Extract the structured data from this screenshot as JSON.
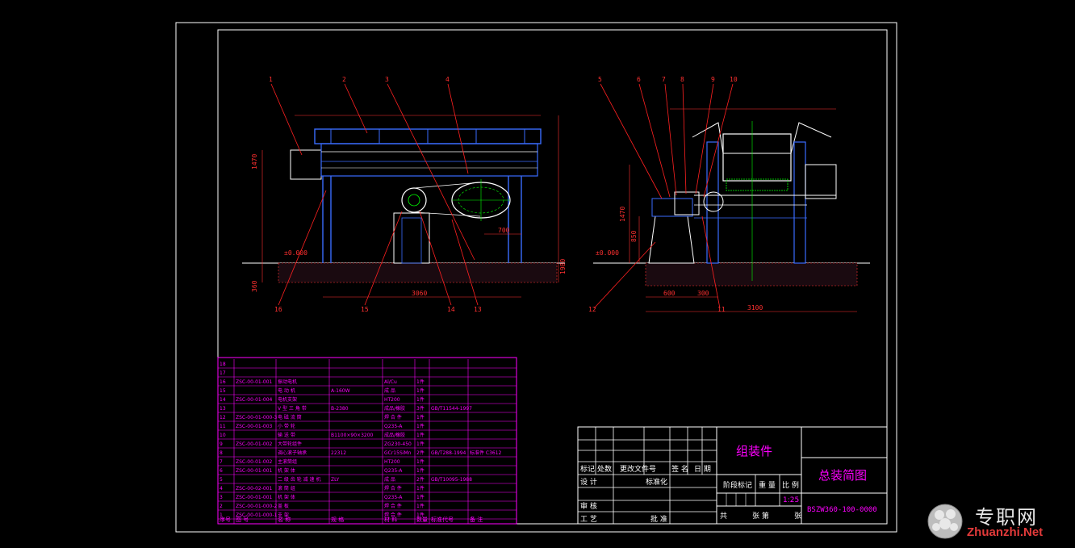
{
  "balloons_front": [
    "1",
    "2",
    "3",
    "4",
    "16",
    "15",
    "14",
    "13"
  ],
  "balloons_side": [
    "5",
    "6",
    "7",
    "8",
    "9",
    "10",
    "12",
    "11"
  ],
  "dims_front": {
    "height": "1470",
    "width": "3060",
    "length": "700",
    "base": "360",
    "top": "1980"
  },
  "dims_side": {
    "h1": "1470",
    "h2": "850",
    "w1": "600",
    "w2": "300",
    "w3": "3100"
  },
  "level": "±0.000",
  "parts_rows": [
    {
      "no": "18",
      "code": "",
      "name": "",
      "spec": "",
      "mat": "",
      "qty": "",
      "std": "",
      "note": ""
    },
    {
      "no": "17",
      "code": "",
      "name": "",
      "spec": "",
      "mat": "",
      "qty": "",
      "std": "",
      "note": ""
    },
    {
      "no": "16",
      "code": "ZSC-00-01-001",
      "name": "振动电机",
      "spec": "",
      "mat": "Al/Cu",
      "qty": "1件",
      "std": "",
      "note": ""
    },
    {
      "no": "15",
      "code": "",
      "name": "电 动 机",
      "spec": "A-160W",
      "mat": "成 品",
      "qty": "1件",
      "std": "",
      "note": ""
    },
    {
      "no": "14",
      "code": "ZSC-00-01-004",
      "name": "电机支架",
      "spec": "",
      "mat": "HT200",
      "qty": "1件",
      "std": "",
      "note": ""
    },
    {
      "no": "13",
      "code": "",
      "name": "V 型 三 角 带",
      "spec": "B-2380",
      "mat": "成品/橡胶",
      "qty": "3件",
      "std": "GB/T11544-1997",
      "note": ""
    },
    {
      "no": "12",
      "code": "ZSC-00-01-000-3",
      "name": "电 磁 流 筒",
      "spec": "",
      "mat": "焊 合 件",
      "qty": "1件",
      "std": "",
      "note": ""
    },
    {
      "no": "11",
      "code": "ZSC-00-01-003",
      "name": "小 带 轮",
      "spec": "",
      "mat": "Q235-A",
      "qty": "1件",
      "std": "",
      "note": ""
    },
    {
      "no": "10",
      "code": "",
      "name": "输 送 带",
      "spec": "B1100×90×3200",
      "mat": "成品/橡胶",
      "qty": "1件",
      "std": "",
      "note": ""
    },
    {
      "no": "9",
      "code": "ZSC-00-01-002",
      "name": "大带轮组件",
      "spec": "",
      "mat": "ZG230-450",
      "qty": "1件",
      "std": "",
      "note": ""
    },
    {
      "no": "8",
      "code": "",
      "name": "调心滚子轴承",
      "spec": "22312",
      "mat": "GCr15SiMn",
      "qty": "2件",
      "std": "GB/T288-1994",
      "note": "标准件 C3612"
    },
    {
      "no": "7",
      "code": "ZSC-00-01-002",
      "name": "主滚筒组",
      "spec": "",
      "mat": "HT200",
      "qty": "1件",
      "std": "",
      "note": ""
    },
    {
      "no": "6",
      "code": "ZSC-00-01-001",
      "name": "机 架 体",
      "spec": "",
      "mat": "Q235-A",
      "qty": "1件",
      "std": "",
      "note": ""
    },
    {
      "no": "5",
      "code": "",
      "name": "二 级 齿 轮 减 速 机",
      "spec": "ZLY",
      "mat": "成 品",
      "qty": "2件",
      "std": "GB/T10095-1988",
      "note": ""
    },
    {
      "no": "4",
      "code": "ZSC-00-02-001",
      "name": "滚 筒 组",
      "spec": "",
      "mat": "焊 合 件",
      "qty": "1件",
      "std": "",
      "note": ""
    },
    {
      "no": "3",
      "code": "ZSC-00-01-001",
      "name": "机 架 体",
      "spec": "",
      "mat": "Q235-A",
      "qty": "1件",
      "std": "",
      "note": ""
    },
    {
      "no": "2",
      "code": "ZSC-00-01-000-2",
      "name": "盖 板",
      "spec": "",
      "mat": "焊 合 件",
      "qty": "1件",
      "std": "",
      "note": ""
    },
    {
      "no": "1",
      "code": "ZSC-00-01-000-1",
      "name": "支 架",
      "spec": "",
      "mat": "焊 合 件",
      "qty": "1件",
      "std": "",
      "note": ""
    }
  ],
  "parts_header": {
    "no": "序号",
    "code": "图 号",
    "name": "名 称",
    "spec": "规 格",
    "mat": "材 料",
    "qty": "数量",
    "std": "标准代号",
    "note": "备 注"
  },
  "title_block": {
    "assembly": "组装件",
    "drawing_name": "总装简图",
    "drawing_no": "BSZW360-100-0000",
    "mark": "标记",
    "count": "处数",
    "change_doc": "更改文件号",
    "sign": "签 名",
    "date": "日 期",
    "design": "设 计",
    "standard": "标准化",
    "review": "审 核",
    "process": "工 艺",
    "approve": "批 准",
    "stage_mark": "阶段标记",
    "weight": "重 量",
    "scale_label": "比 例",
    "scale": "1:25",
    "total": "共",
    "sheets": "张 第",
    "sheet": "张"
  },
  "watermark": {
    "cn": "专职网",
    "en": "Zhuanzhi.Net"
  },
  "colors": {
    "frame": "#ffffff",
    "lines": "#ff00ff",
    "drawing_blue": "#3a6cff",
    "leaders": "#ff2020",
    "fill": "#ff00ff",
    "dims": "#ff3030",
    "centre": "#00ff00"
  }
}
